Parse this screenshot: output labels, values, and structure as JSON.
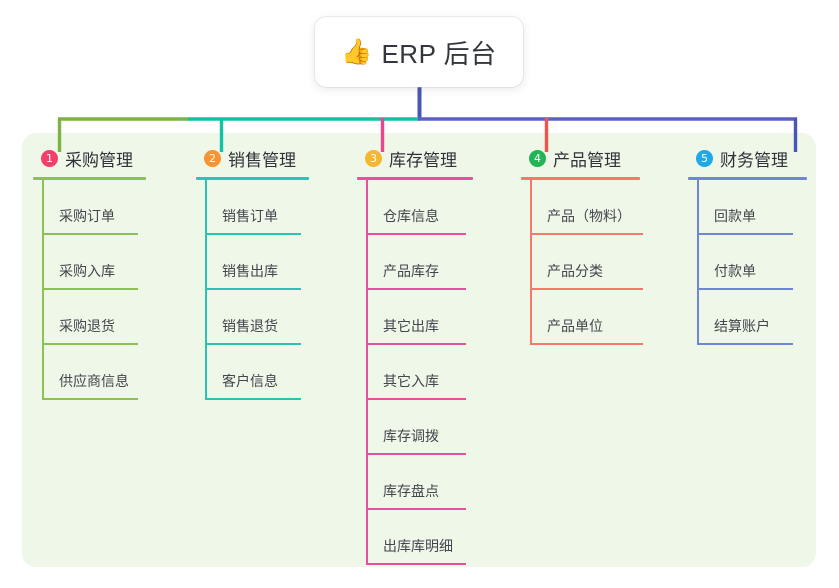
{
  "root": {
    "icon": "thumbs-up-icon",
    "emoji": "👍",
    "label": "ERP 后台"
  },
  "palette": {
    "panel_bg": "#eff7e9",
    "page_bg": "#ffffff",
    "card_bg": "#ffffff",
    "stem_blue": "#4a55b8",
    "trunk_green": "#7cb342",
    "trunk_teal": "#12c2a4",
    "trunk_blue": "#5b61c4",
    "drop_green": "#7cb342",
    "drop_teal": "#12c2a4",
    "drop_pink": "#e8468f",
    "drop_red": "#f4524d",
    "drop_blue": "#4a55b8",
    "text_dark": "#2f3238",
    "text_leaf": "#43464d"
  },
  "columns": [
    {
      "index": "1",
      "badge_color": "#f2406a",
      "line_color": "#8cc153",
      "title": "采购管理",
      "items": [
        "采购订单",
        "采购入库",
        "采购退货",
        "供应商信息"
      ]
    },
    {
      "index": "2",
      "badge_color": "#f79332",
      "line_color": "#2cc3b4",
      "title": "销售管理",
      "items": [
        "销售订单",
        "销售出库",
        "销售退货",
        "客户信息"
      ]
    },
    {
      "index": "3",
      "badge_color": "#f5b731",
      "line_color": "#e8509b",
      "title": "库存管理",
      "items": [
        "仓库信息",
        "产品库存",
        "其它出库",
        "其它入库",
        "库存调拨",
        "库存盘点",
        "出库库明细"
      ]
    },
    {
      "index": "4",
      "badge_color": "#22b455",
      "line_color": "#f7776b",
      "title": "产品管理",
      "items": [
        "产品（物料）",
        "产品分类",
        "产品单位"
      ]
    },
    {
      "index": "5",
      "badge_color": "#22a7e8",
      "line_color": "#6f86d6",
      "title": "财务管理",
      "items": [
        "回款单",
        "付款单",
        "结算账户"
      ]
    }
  ]
}
